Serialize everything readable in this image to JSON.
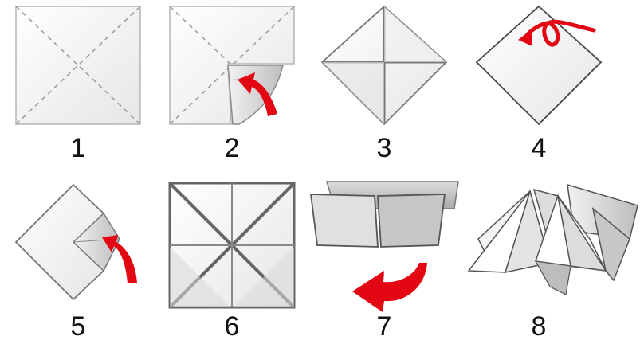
{
  "steps": [
    {
      "label": "1"
    },
    {
      "label": "2"
    },
    {
      "label": "3"
    },
    {
      "label": "4"
    },
    {
      "label": "5"
    },
    {
      "label": "6"
    },
    {
      "label": "7"
    },
    {
      "label": "8"
    }
  ],
  "colors": {
    "paper": "#f7f7f7",
    "paper_shade": "#d9d9d9",
    "outline": "#555555",
    "crease": "#9a9a9a",
    "arrow": "#e30613",
    "text": "#111111"
  }
}
